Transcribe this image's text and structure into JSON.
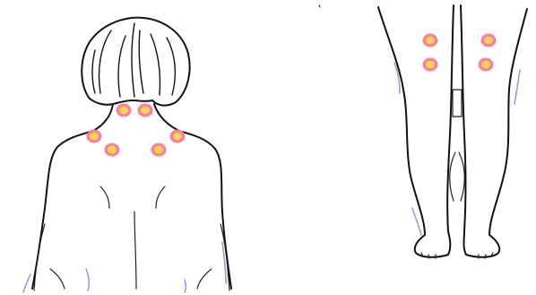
{
  "colors": {
    "point_outer": "#ff7ca3",
    "point_inner": "#ffd84a",
    "outline": "#111111",
    "shade": "#7a84d6"
  },
  "figures": [
    {
      "id": "upper-back",
      "points": [
        "neck-left",
        "neck-right",
        "shoulder-left-upper",
        "shoulder-left-lower",
        "shoulder-right-upper",
        "shoulder-right-lower"
      ]
    },
    {
      "id": "back-of-legs",
      "points": [
        "thigh-left-upper",
        "thigh-right-upper",
        "thigh-left-lower",
        "thigh-right-lower"
      ]
    }
  ]
}
